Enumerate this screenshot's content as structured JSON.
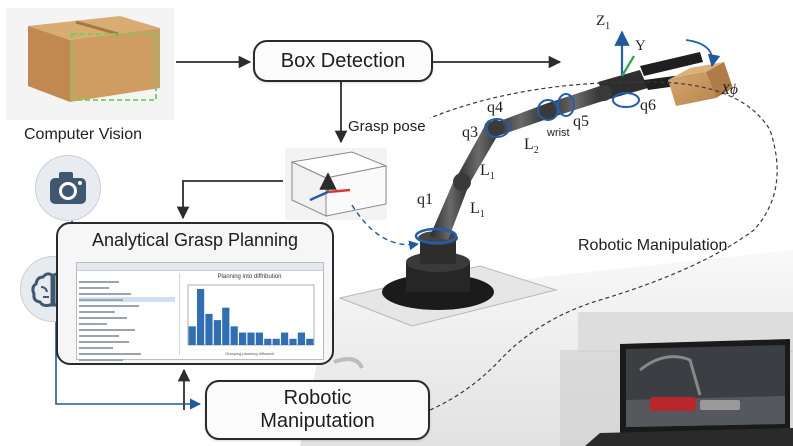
{
  "diagram": {
    "nodes": {
      "vision_caption": "Computer Vision",
      "box_detection": "Box Detection",
      "grasp_pose": "Grasp pose",
      "grasp_planning": "Analytical Grasp Planning",
      "manipulation_line1": "Robotic",
      "manipulation_line2": "Maniputation",
      "robotic_manipulation": "Robotic Manipulation"
    },
    "robot_labels": {
      "z1": "Z",
      "z1_sub": "1",
      "y": "Y",
      "x_phi": "Xϕ",
      "q1": "q1",
      "q3": "q3",
      "q4": "q4",
      "q5": "q5",
      "q6": "q6",
      "wrist": "wrist",
      "l1a": "L",
      "l1a_sub": "1",
      "l1b": "L",
      "l1b_sub": "1",
      "l2": "L",
      "l2_sub": "2"
    },
    "plot_title": "Planning into diffribution",
    "plot_xlabel": "Grasping planning diffrastrit"
  },
  "chart_data": {
    "type": "bar",
    "values": [
      3,
      9,
      5,
      4,
      6,
      3,
      2,
      2,
      2,
      1,
      1,
      2,
      1,
      2,
      1
    ]
  },
  "icons": [
    "camera-icon",
    "brain-icon"
  ],
  "colors": {
    "arrow": "#2c2c2c",
    "flow_blue": "#1f5a9e",
    "bar_blue": "#2f6fb6",
    "robot_ring": "#1f5fae",
    "axis_green": "#2aa84a",
    "axis_red": "#d63a2f",
    "box_cardboard": "#c9975e"
  }
}
